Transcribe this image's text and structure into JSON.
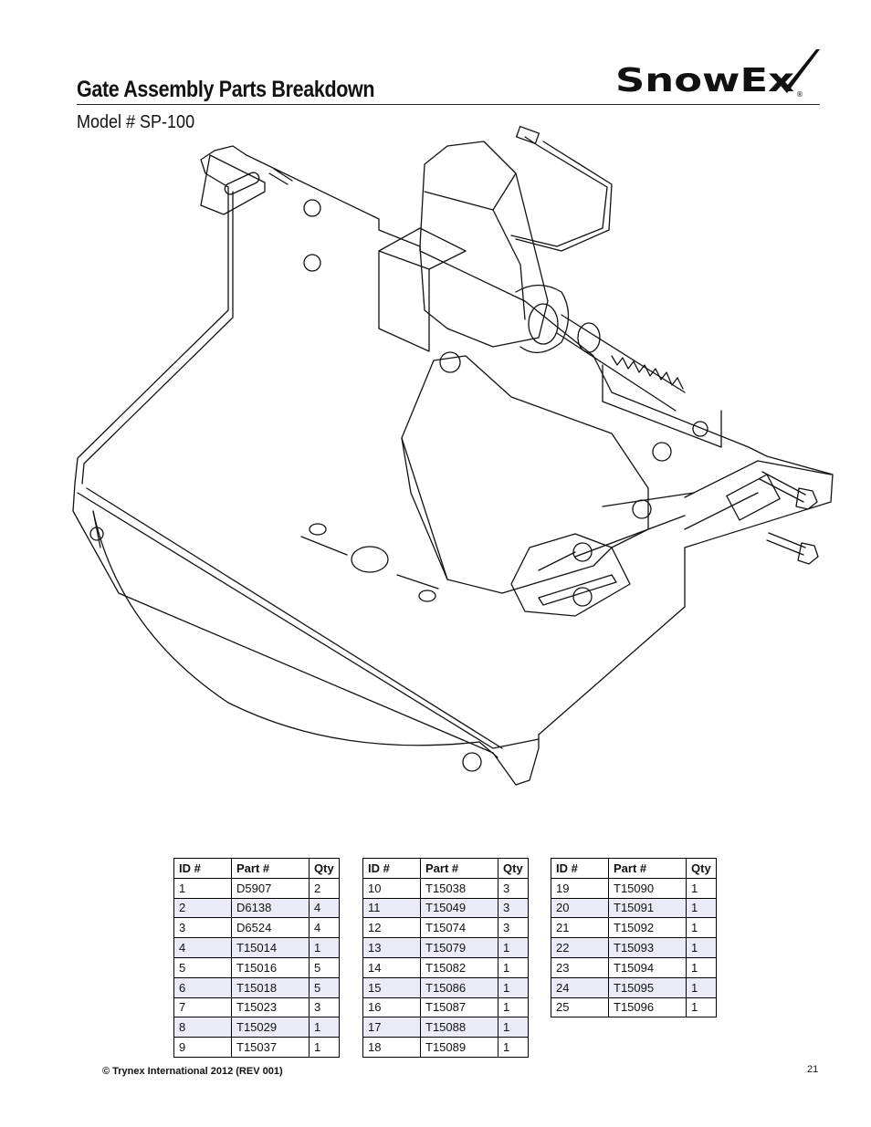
{
  "header": {
    "title": "Gate Assembly Parts Breakdown",
    "model": "Model # SP-100",
    "logo_text": "SnowEx"
  },
  "parts_tables": {
    "columns": [
      "ID #",
      "Part #",
      "Qty"
    ],
    "groups": [
      [
        [
          "1",
          "D5907",
          "2"
        ],
        [
          "2",
          "D6138",
          "4"
        ],
        [
          "3",
          "D6524",
          "4"
        ],
        [
          "4",
          "T15014",
          "1"
        ],
        [
          "5",
          "T15016",
          "5"
        ],
        [
          "6",
          "T15018",
          "5"
        ],
        [
          "7",
          "T15023",
          "3"
        ],
        [
          "8",
          "T15029",
          "1"
        ],
        [
          "9",
          "T15037",
          "1"
        ]
      ],
      [
        [
          "10",
          "T15038",
          "3"
        ],
        [
          "11",
          "T15049",
          "3"
        ],
        [
          "12",
          "T15074",
          "3"
        ],
        [
          "13",
          "T15079",
          "1"
        ],
        [
          "14",
          "T15082",
          "1"
        ],
        [
          "15",
          "T15086",
          "1"
        ],
        [
          "16",
          "T15087",
          "1"
        ],
        [
          "17",
          "T15088",
          "1"
        ],
        [
          "18",
          "T15089",
          "1"
        ]
      ],
      [
        [
          "19",
          "T15090",
          "1"
        ],
        [
          "20",
          "T15091",
          "1"
        ],
        [
          "21",
          "T15092",
          "1"
        ],
        [
          "22",
          "T15093",
          "1"
        ],
        [
          "23",
          "T15094",
          "1"
        ],
        [
          "24",
          "T15095",
          "1"
        ],
        [
          "25",
          "T15096",
          "1"
        ]
      ]
    ]
  },
  "footer": {
    "copyright": "© Trynex International 2012  (REV 001)",
    "page_number": "21"
  }
}
